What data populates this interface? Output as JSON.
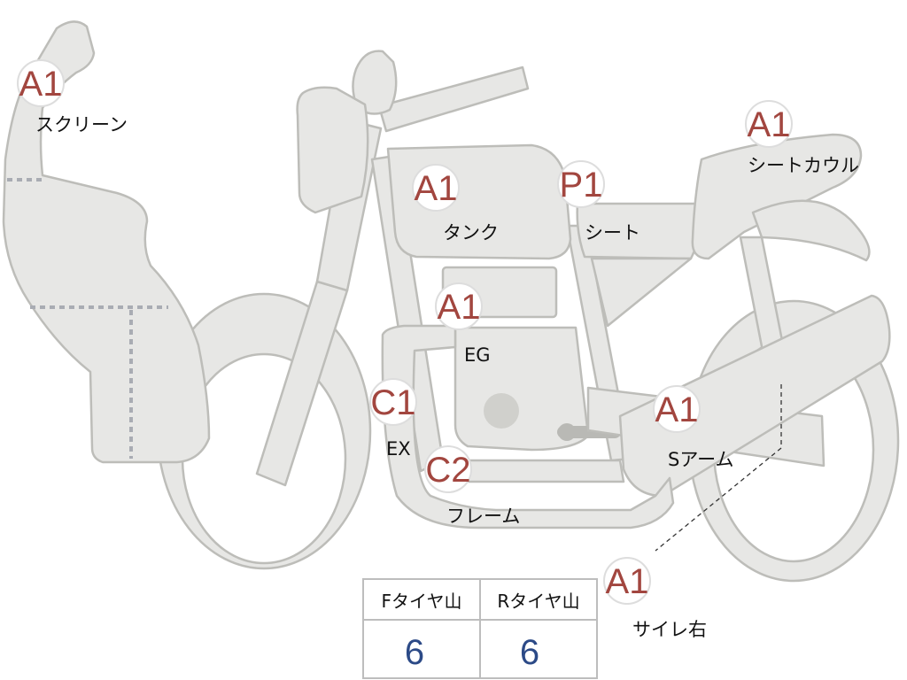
{
  "parts": {
    "screen": {
      "grade": "A1",
      "name": "スクリーン"
    },
    "tank": {
      "grade": "A1",
      "name": "タンク"
    },
    "seat": {
      "grade": "P1",
      "name": "シート"
    },
    "seat_cowl": {
      "grade": "A1",
      "name": "シートカウル"
    },
    "engine": {
      "grade": "A1",
      "name": "EG"
    },
    "exhaust": {
      "grade": "C1",
      "name": "EX"
    },
    "frame": {
      "grade": "C2",
      "name": "フレーム"
    },
    "swingarm": {
      "grade": "A1",
      "name": "Sアーム"
    },
    "muffler_r": {
      "grade": "A1",
      "name": "サイレ右"
    }
  },
  "tires": {
    "front": {
      "label": "Fタイヤ山",
      "value": "6"
    },
    "rear": {
      "label": "Rタイヤ山",
      "value": "6"
    }
  },
  "colors": {
    "part_fill": "#e7e7e5",
    "grade_text": "#a2463f",
    "value_text": "#2c4a87"
  }
}
